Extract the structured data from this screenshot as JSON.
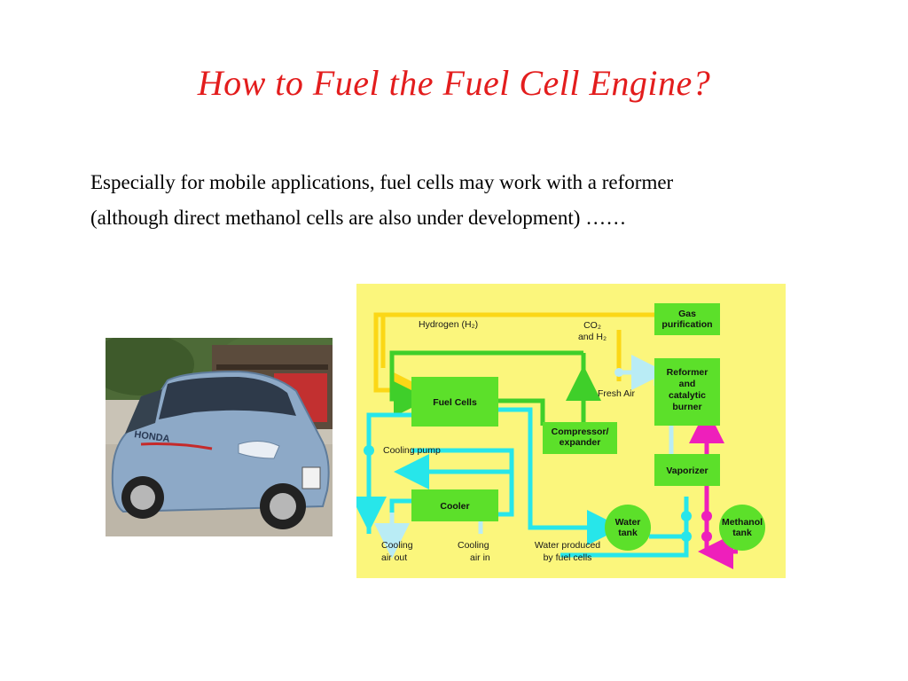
{
  "slide": {
    "title": "How to Fuel the Fuel Cell Engine?",
    "body_lines": [
      "Especially for mobile applications, fuel cells may work with a reformer",
      "(although direct methanol cells are also under development) ……"
    ]
  },
  "car_photo": {
    "badge_text": "HONDA",
    "colors": {
      "body": "#8da9c7",
      "background_trees": "#3f5a2c"
    }
  },
  "diagram": {
    "colors": {
      "background": "#fbf67c",
      "box": "#5ce02a",
      "hydrogen_line": "#fbd716",
      "green_line": "#3fcf2a",
      "water_line": "#27e6ea",
      "air_line": "#b9ecf5",
      "methanol_line": "#ee1fbb"
    },
    "boxes": {
      "gas_purification": "Gas purification",
      "reformer": "Reformer and catalytic burner",
      "fuel_cells": "Fuel Cells",
      "compressor": "Compressor/ expander",
      "vaporizer": "Vaporizer",
      "cooler": "Cooler",
      "water_tank": "Water tank",
      "methanol_tank": "Methanol tank"
    },
    "labels": {
      "hydrogen": "Hydrogen (H₂)",
      "co2_h2": "CO₂ and H₂",
      "fresh_air": "Fresh Air",
      "cooling_pump": "Cooling pump",
      "cooling_air_out": "Cooling air out",
      "cooling_air_in": "Cooling air in",
      "water_produced": "Water produced by fuel cells"
    }
  }
}
